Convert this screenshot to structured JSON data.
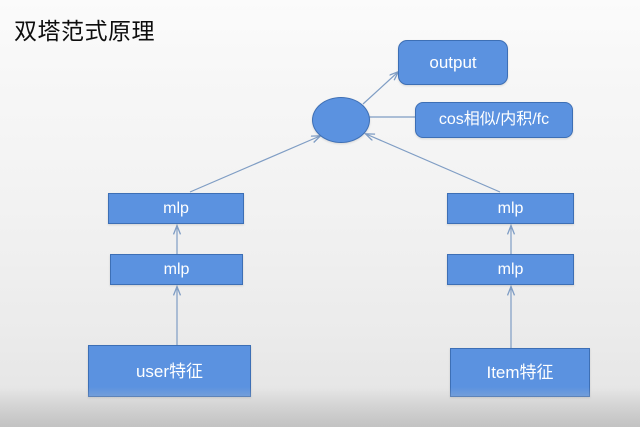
{
  "slide": {
    "title": "双塔范式原理",
    "background_top_color": "#fbfbfb",
    "background_bottom_color": "#dcdcdc"
  },
  "style": {
    "node_fill": "#5b92e0",
    "node_border": "#3d6fb5",
    "node_text_color": "#ffffff",
    "connector_color": "#7f9dc4"
  },
  "diagram": {
    "type": "flow-diagram",
    "nodes": [
      {
        "id": "output",
        "label": "output",
        "shape": "rounded-rect"
      },
      {
        "id": "cos",
        "label": "cos相似/内积/fc",
        "shape": "rounded-rect"
      },
      {
        "id": "merge",
        "label": "",
        "shape": "ellipse"
      },
      {
        "id": "mlp-l1",
        "label": "mlp",
        "shape": "rect"
      },
      {
        "id": "mlp-l2",
        "label": "mlp",
        "shape": "rect"
      },
      {
        "id": "user",
        "label": "user特征",
        "shape": "rect"
      },
      {
        "id": "mlp-r1",
        "label": "mlp",
        "shape": "rect"
      },
      {
        "id": "mlp-r2",
        "label": "mlp",
        "shape": "rect"
      },
      {
        "id": "item",
        "label": "Item特征",
        "shape": "rect"
      }
    ],
    "edges": [
      {
        "from": "merge",
        "to": "output",
        "arrow": true
      },
      {
        "from": "merge",
        "to": "cos",
        "arrow": false
      },
      {
        "from": "mlp-l1",
        "to": "merge",
        "arrow": true
      },
      {
        "from": "mlp-r1",
        "to": "merge",
        "arrow": true
      },
      {
        "from": "mlp-l2",
        "to": "mlp-l1",
        "arrow": true
      },
      {
        "from": "user",
        "to": "mlp-l2",
        "arrow": true
      },
      {
        "from": "mlp-r2",
        "to": "mlp-r1",
        "arrow": true
      },
      {
        "from": "item",
        "to": "mlp-r2",
        "arrow": true
      }
    ]
  }
}
